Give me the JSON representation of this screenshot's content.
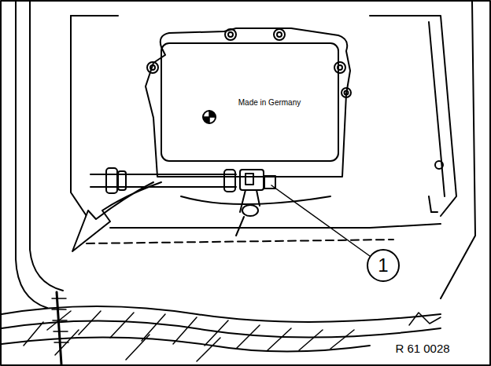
{
  "diagram": {
    "nodes": [
      {
        "text": [
          "Made in Germany"
        ]
      }
    ],
    "labels": [
      "1",
      "R 61 0028"
    ]
  }
}
